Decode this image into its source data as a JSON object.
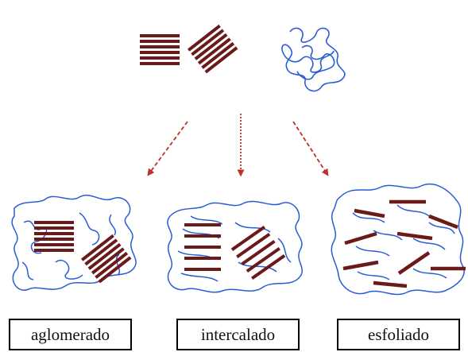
{
  "labels": {
    "agglomerated": "aglomerado",
    "intercalated": "intercalado",
    "exfoliated": "esfoliado"
  },
  "colors": {
    "clay_layer": "#6b1a1a",
    "polymer_chain": "#2a5bd7",
    "arrow": "#c0302a"
  },
  "icons": {
    "clay_stack": "clay-stack-icon",
    "polymer_coil": "polymer-coil-icon",
    "arrow": "dashed-arrow-icon"
  }
}
